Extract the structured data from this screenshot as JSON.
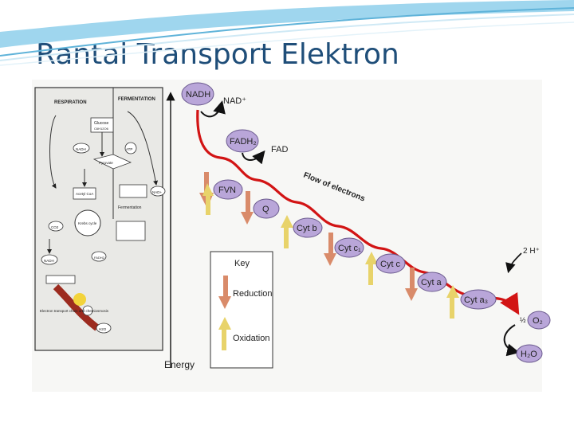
{
  "slide": {
    "title": "Rantai Transport Elektron",
    "colors": {
      "title": "#1f4e79",
      "swoosh": "#5fb3d9",
      "reduction": "#d98b6a",
      "oxidation": "#e8d36a",
      "red_curve": "#d21414",
      "carrier": "#b9a6d9"
    }
  },
  "inset": {
    "respiration": "RESPIRATION",
    "fermentation": "FERMENTATION",
    "glucose": "Glucose",
    "glucose_sub": "C6H12O6",
    "nadh": "NADH",
    "nad": "NAD+",
    "atp": "ATP",
    "pyruvate": "Pyruvate",
    "acetyl_coa": "Acetyl CoA",
    "fermentation_products": "Fermentation",
    "krebs": "Krebs cycle",
    "co2": "CO2",
    "fadh2": "FADH2",
    "etc_label": "Electron transport chain and chemiosmosis",
    "h2o": "H2O"
  },
  "diagram": {
    "energy_label": "Energy",
    "flow_label": "Flow of electrons",
    "top_nadh": "NADH",
    "nad_plus": "NAD⁺",
    "fadh2": "FADH₂",
    "fad": "FAD",
    "two_h": "2 H⁺",
    "o2": "O₂",
    "half": "½",
    "h2o": "H₂O",
    "carriers": [
      "FVN",
      "Q",
      "Cyt b",
      "Cyt c₁",
      "Cyt c",
      "Cyt a",
      "Cyt a₃"
    ]
  },
  "key": {
    "title": "Key",
    "reduction": "Reduction",
    "oxidation": "Oxidation"
  }
}
